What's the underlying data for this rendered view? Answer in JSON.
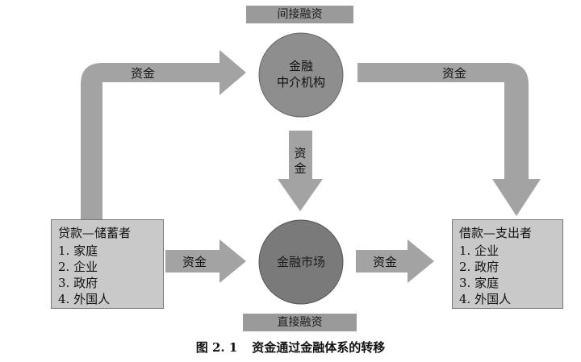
{
  "indirect_finance_label": "间接融资",
  "direct_finance_label": "直接融资",
  "intermediary": {
    "line1": "金融",
    "line2": "中介机构"
  },
  "market": {
    "label": "金融市场"
  },
  "flows": {
    "left_top": "资金",
    "right_top": "资金",
    "center_vertical_1": "资",
    "center_vertical_2": "金",
    "bottom_left": "资金",
    "bottom_right": "资金"
  },
  "lenders": {
    "title": "贷款—储蓄者",
    "items": [
      "1. 家庭",
      "2. 企业",
      "3. 政府",
      "4. 外国人"
    ]
  },
  "borrowers": {
    "title": "借款—支出者",
    "items": [
      "1. 企业",
      "2. 政府",
      "3. 家庭",
      "4. 外国人"
    ]
  },
  "caption": {
    "number": "图 2. 1",
    "text": "资金通过金融体系的转移"
  },
  "colors": {
    "arrow": "#a3a3a3",
    "circle": "#8e8e8e",
    "market_circle": "#7a7a7a",
    "box_fill": "#c9c9c9",
    "label_fill": "#9a9a9a"
  }
}
